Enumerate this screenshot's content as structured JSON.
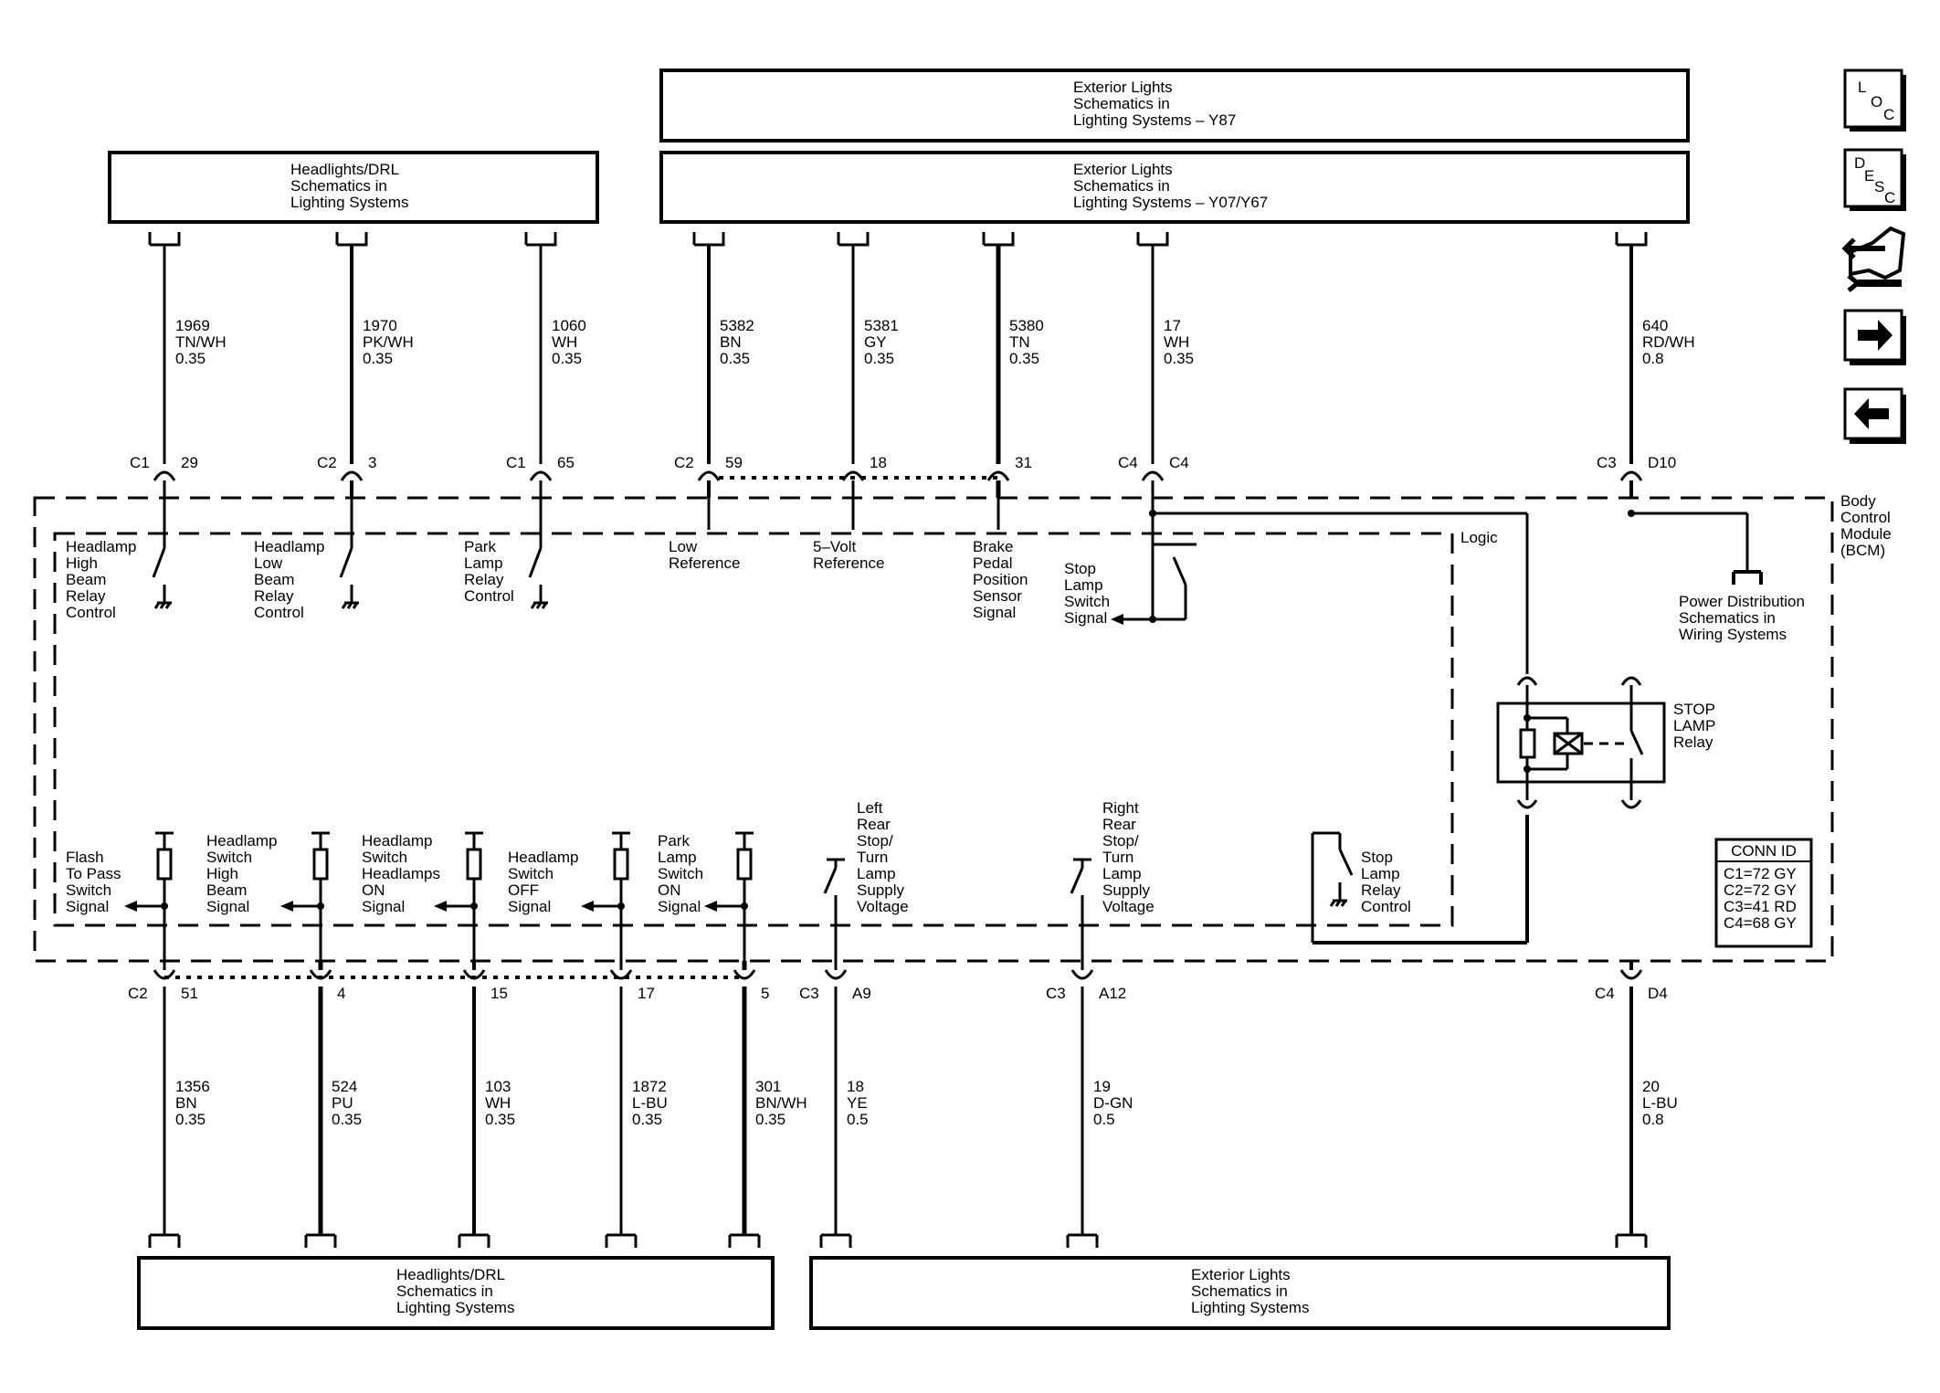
{
  "top_boxes": {
    "exterior_y87": [
      "Exterior Lights",
      "Schematics in",
      "Lighting Systems – Y87"
    ],
    "headlights_top": [
      "Headlights/DRL",
      "Schematics in",
      "Lighting Systems"
    ],
    "exterior_y07": [
      "Exterior Lights",
      "Schematics in",
      "Lighting Systems – Y07/Y67"
    ]
  },
  "bottom_boxes": {
    "headlights_bottom": [
      "Headlights/DRL",
      "Schematics in",
      "Lighting Systems"
    ],
    "exterior_bottom": [
      "Exterior Lights",
      "Schematics in",
      "Lighting Systems"
    ]
  },
  "top_wires": [
    {
      "circuit": "1969",
      "color": "TN/WH",
      "gauge": "0.35",
      "conn": "C1",
      "pin": "29"
    },
    {
      "circuit": "1970",
      "color": "PK/WH",
      "gauge": "0.35",
      "conn": "C2",
      "pin": "3"
    },
    {
      "circuit": "1060",
      "color": "WH",
      "gauge": "0.35",
      "conn": "C1",
      "pin": "65"
    },
    {
      "circuit": "5382",
      "color": "BN",
      "gauge": "0.35",
      "conn": "C2",
      "pin": "59"
    },
    {
      "circuit": "5381",
      "color": "GY",
      "gauge": "0.35",
      "conn": "",
      "pin": "18"
    },
    {
      "circuit": "5380",
      "color": "TN",
      "gauge": "0.35",
      "conn": "",
      "pin": "31"
    },
    {
      "circuit": "17",
      "color": "WH",
      "gauge": "0.35",
      "conn": "C4",
      "pin": "C4"
    },
    {
      "circuit": "640",
      "color": "RD/WH",
      "gauge": "0.8",
      "conn": "C3",
      "pin": "D10"
    }
  ],
  "bottom_wires": [
    {
      "circuit": "1356",
      "color": "BN",
      "gauge": "0.35",
      "conn": "C2",
      "pin": "51"
    },
    {
      "circuit": "524",
      "color": "PU",
      "gauge": "0.35",
      "conn": "",
      "pin": "4"
    },
    {
      "circuit": "103",
      "color": "WH",
      "gauge": "0.35",
      "conn": "",
      "pin": "15"
    },
    {
      "circuit": "1872",
      "color": "L-BU",
      "gauge": "0.35",
      "conn": "",
      "pin": "17"
    },
    {
      "circuit": "301",
      "color": "BN/WH",
      "gauge": "0.35",
      "conn": "",
      "pin": "5"
    },
    {
      "circuit": "18",
      "color": "YE",
      "gauge": "0.5",
      "conn": "C3",
      "pin": "A9"
    },
    {
      "circuit": "19",
      "color": "D-GN",
      "gauge": "0.5",
      "conn": "C3",
      "pin": "A12"
    },
    {
      "circuit": "20",
      "color": "L-BU",
      "gauge": "0.8",
      "conn": "C4",
      "pin": "D4"
    }
  ],
  "top_signals": [
    [
      "Headlamp",
      "High",
      "Beam",
      "Relay",
      "Control"
    ],
    [
      "Headlamp",
      "Low",
      "Beam",
      "Relay",
      "Control"
    ],
    [
      "Park",
      "Lamp",
      "Relay",
      "Control"
    ],
    [
      "Low",
      "Reference"
    ],
    [
      "5–Volt",
      "Reference"
    ],
    [
      "Brake",
      "Pedal",
      "Position",
      "Sensor",
      "Signal"
    ],
    [
      "Stop",
      "Lamp",
      "Switch",
      "Signal"
    ]
  ],
  "bottom_signals": [
    [
      "Flash",
      "To Pass",
      "Switch",
      "Signal"
    ],
    [
      "Headlamp",
      "Switch",
      "High",
      "Beam",
      "Signal"
    ],
    [
      "Headlamp",
      "Switch",
      "Headlamps",
      "ON",
      "Signal"
    ],
    [
      "Headlamp",
      "Switch",
      "OFF",
      "Signal"
    ],
    [
      "Park",
      "Lamp",
      "Switch",
      "ON",
      "Signal"
    ],
    [
      "Left",
      "Rear",
      "Stop/",
      "Turn",
      "Lamp",
      "Supply",
      "Voltage"
    ],
    [
      "Right",
      "Rear",
      "Stop/",
      "Turn",
      "Lamp",
      "Supply",
      "Voltage"
    ],
    [
      "Stop",
      "Lamp",
      "Relay",
      "Control"
    ]
  ],
  "module": {
    "logic_label": "Logic",
    "bcm_label": [
      "Body",
      "Control",
      "Module",
      "(BCM)"
    ],
    "power_dist": [
      "Power Distribution",
      "Schematics in",
      "Wiring Systems"
    ],
    "relay_label": [
      "STOP",
      "LAMP",
      "Relay"
    ]
  },
  "conn_id": {
    "title": "CONN ID",
    "rows": [
      "C1=72 GY",
      "C2=72 GY",
      "C3=41 RD",
      "C4=68 GY"
    ]
  },
  "nav": {
    "loc": [
      "L",
      "O",
      "C"
    ],
    "desc": [
      "D",
      "E",
      "S",
      "C"
    ]
  }
}
